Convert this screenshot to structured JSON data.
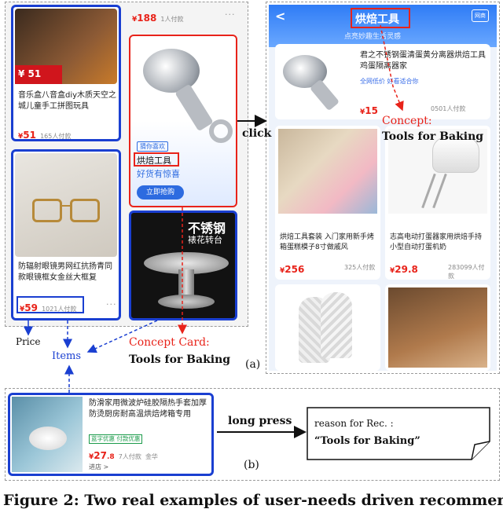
{
  "panel_a": {
    "left_cards": {
      "card1": {
        "text": "音乐盒八音盒diy木质天空之城儿童手工拼图玩具",
        "price_symbol": "¥",
        "price": "51",
        "sold": "165人付款",
        "badge": "¥ 51"
      },
      "card2": {
        "text": "防辐射眼镜男网红抗扬青同款眼镜框女金丝大框复",
        "price_symbol": "¥",
        "price": "59",
        "sold": "1021人付款"
      }
    },
    "top_right_price": {
      "symbol": "¥",
      "price": "188",
      "sold": "1人付款"
    },
    "concept_card": {
      "tag": "猜你喜欢",
      "title": "烘焙工具",
      "subtitle": "好货有惊喜",
      "button": "立即抢购"
    },
    "promo_card": {
      "line1": "不锈钢",
      "line2": "裱花转台"
    },
    "phone": {
      "title": "烘焙工具",
      "subtitle": "点亮妙趣生活灵感",
      "corner_icon": "网商",
      "hero_text": "君之不锈钢蛋清蛋黄分离器烘焙工具鸡蛋隔离器家",
      "hero_tag": "全网低价 好看适合你",
      "hero_price": "15",
      "hero_sold": "0501人付款",
      "item1_text": "烘焙工具套装 入门家用新手烤箱蛋糕模子8寸做戚风",
      "item1_price": "256",
      "item1_sold": "325人付款",
      "item2_text": "志高电动打蛋器家用烘焙手持小型自动打蛋机奶",
      "item2_price": "29.8",
      "item2_sold": "283099人付款"
    },
    "labels": {
      "click": "click",
      "concept_line1": "Concept:",
      "concept_line2": "Tools for Baking",
      "price": "Price",
      "items": "Items",
      "concept_card_line1": "Concept Card:",
      "concept_card_line2": "Tools for Baking",
      "panel_tag": "(a)"
    }
  },
  "panel_b": {
    "item_text": "防滑家用微波炉硅胶隔热手套加厚防烫厨房耐高温烘焙烤箱专用",
    "item_tag": "蓝字优惠 付款优惠",
    "price": "27",
    "price_decimal": ".8",
    "sold": "7人付款",
    "shop": "金华",
    "shop_link": "进店 >",
    "long_press": "long press",
    "reason_title": "reason for Rec. :",
    "reason_quote": "“Tools for Baking”",
    "panel_tag": "(b)"
  },
  "caption": "Figure 2: Two real examples of user-needs driven recommen-"
}
